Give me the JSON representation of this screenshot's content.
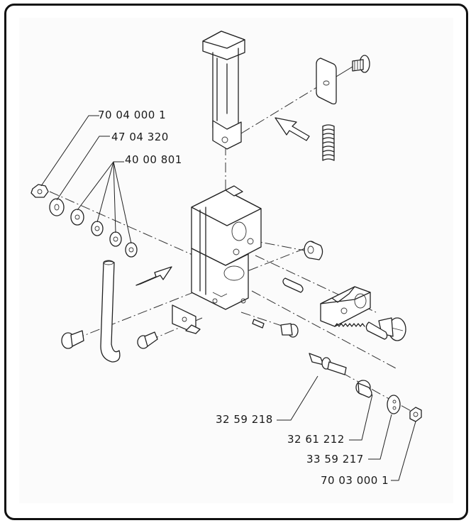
{
  "diagram": {
    "type": "exploded-parts-drawing",
    "part_numbers": {
      "nut": "70 04 000 1",
      "washer": "47 04 320",
      "shim_washers": "40 00 801",
      "shaft": "32 59 218",
      "bushing": "32 61 212",
      "lever_plate": "33 59 217",
      "hex_nut_small": "70 03 000 1"
    },
    "colors": {
      "line": "#222222",
      "frame": "#111111",
      "paper": "#fbfbfb"
    }
  }
}
